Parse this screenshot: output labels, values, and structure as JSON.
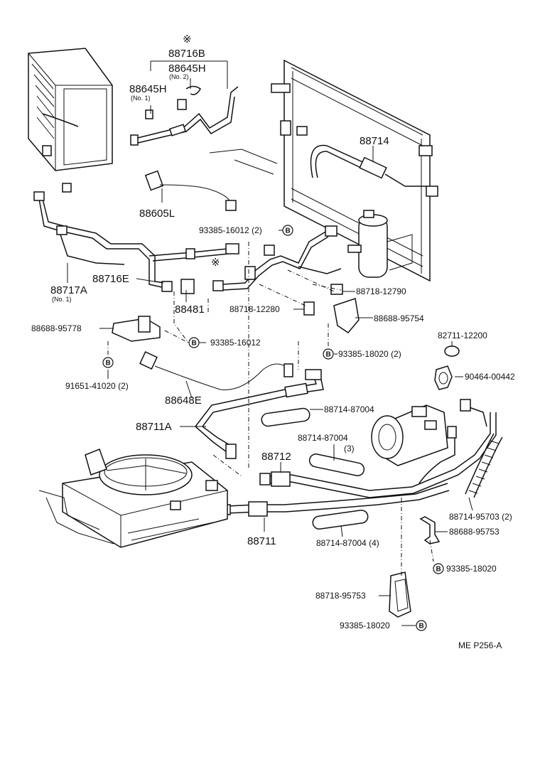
{
  "labels": {
    "p88716B": "88716B",
    "p88645H_2": "88645H",
    "no2": "(No. 2)",
    "p88645H_1": "88645H",
    "no1a": "(No. 1)",
    "p88714": "88714",
    "p88605L": "88605L",
    "p93385_16012_2": "93385-16012 (2)",
    "p88716E": "88716E",
    "p88717A": "88717A",
    "no1b": "(No. 1)",
    "p88481": "88481",
    "p88718_12280": "88718-12280",
    "p88718_12790": "88718-12790",
    "p88688_95754": "88688-95754",
    "p88688_95778": "88688-95778",
    "p93385_16012": "93385-16012",
    "p82711_12200": "82711-12200",
    "p93385_18020_2": "93385-18020 (2)",
    "p90464_00442": "90464-00442",
    "p91651_41020_2": "91651-41020 (2)",
    "p88648E": "88648E",
    "p88714_87004_a": "88714-87004",
    "p88711A": "88711A",
    "p88714_87004_3": "88714-87004",
    "qty3": "(3)",
    "p88712": "88712",
    "p88714_95703_2": "88714-95703 (2)",
    "p88711": "88711",
    "p88714_87004_4": "88714-87004 (4)",
    "p88688_95753": "88688-95753",
    "p93385_18020_a": "93385-18020",
    "p88718_95753": "88718-95753",
    "p93385_18020_b": "93385-18020",
    "figure_code": "ME P256-A",
    "bolt_mark": "B",
    "asterisk": "※"
  },
  "icons": {
    "bolt_callout": "circled-b-icon",
    "note_mark": "asterisk-icon"
  }
}
